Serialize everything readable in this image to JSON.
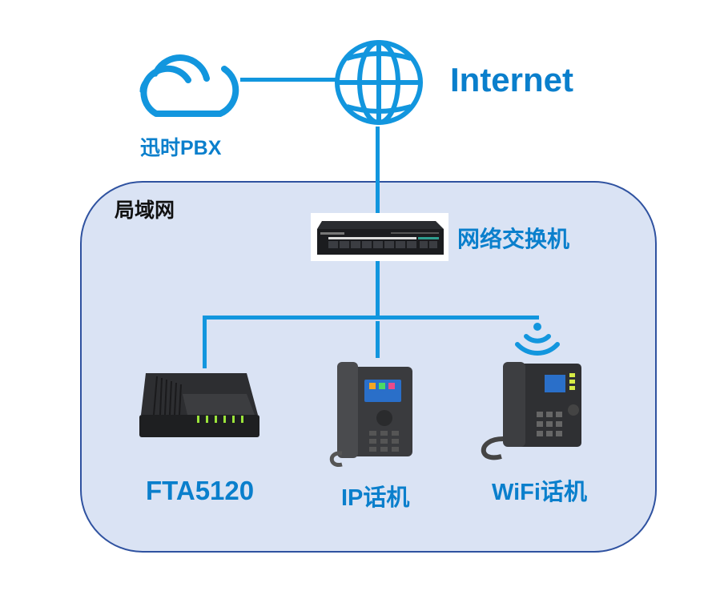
{
  "colors": {
    "accent": "#1296de",
    "label": "#0a7fcc",
    "lan_fill": "#dae3f4",
    "lan_border": "#2f52a0",
    "lan_label": "#111111"
  },
  "nodes": {
    "pbx": {
      "label": "迅时PBX",
      "icon": "cloud-icon"
    },
    "internet": {
      "label": "Internet",
      "icon": "globe-icon"
    },
    "lan": {
      "label": "局域网"
    },
    "switch": {
      "label": "网络交换机",
      "icon": "network-switch-icon"
    },
    "fta": {
      "label": "FTA5120",
      "icon": "gateway-device-icon"
    },
    "ip_phone": {
      "label": "IP话机",
      "icon": "ip-phone-icon"
    },
    "wifi_phone": {
      "label": "WiFi话机",
      "icon": "wifi-phone-icon"
    }
  },
  "connections": [
    {
      "from": "pbx",
      "to": "internet"
    },
    {
      "from": "internet",
      "to": "switch"
    },
    {
      "from": "switch",
      "to": "fta"
    },
    {
      "from": "switch",
      "to": "ip_phone"
    },
    {
      "from": "switch",
      "to": "wifi_phone"
    }
  ]
}
